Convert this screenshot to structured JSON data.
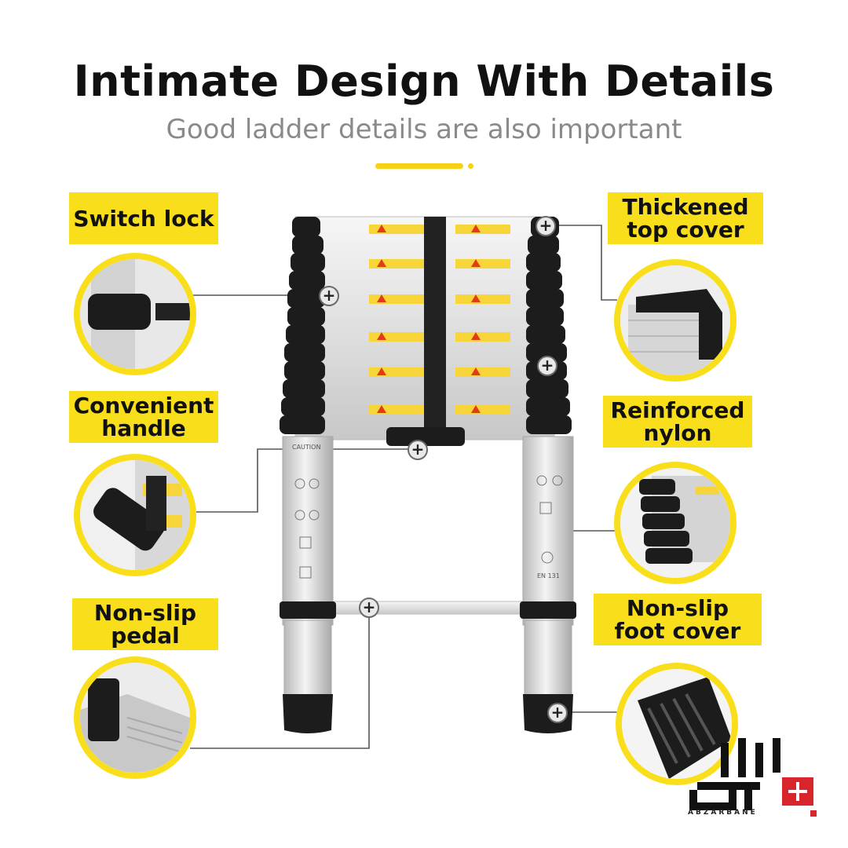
{
  "header": {
    "title": "Intimate Design With Details",
    "subtitle": "Good ladder details are also important"
  },
  "features": {
    "switch_lock": "Switch lock",
    "convenient_handle_line1": "Convenient",
    "convenient_handle_line2": "handle",
    "non_slip_pedal_line1": "Non-slip",
    "non_slip_pedal_line2": "pedal",
    "thickened_top_cover_line1": "Thickened",
    "thickened_top_cover_line2": "top cover",
    "reinforced_nylon_line1": "Reinforced",
    "reinforced_nylon_line2": "nylon",
    "non_slip_foot_cover_line1": "Non-slip",
    "non_slip_foot_cover_line2": "foot cover"
  },
  "ladder": {
    "caution_text": "CAUTION",
    "standard_text": "EN 131"
  },
  "watermark": {
    "brand_text": "ABZARBANE"
  },
  "colors": {
    "accent_yellow": "#f9df1b",
    "rail_silver": "#d8d8d8",
    "cap_black": "#1c1c1c",
    "connector_gray": "#555555"
  },
  "icons": {
    "marker": "plus-icon",
    "warning": "warning-triangle-icon"
  }
}
